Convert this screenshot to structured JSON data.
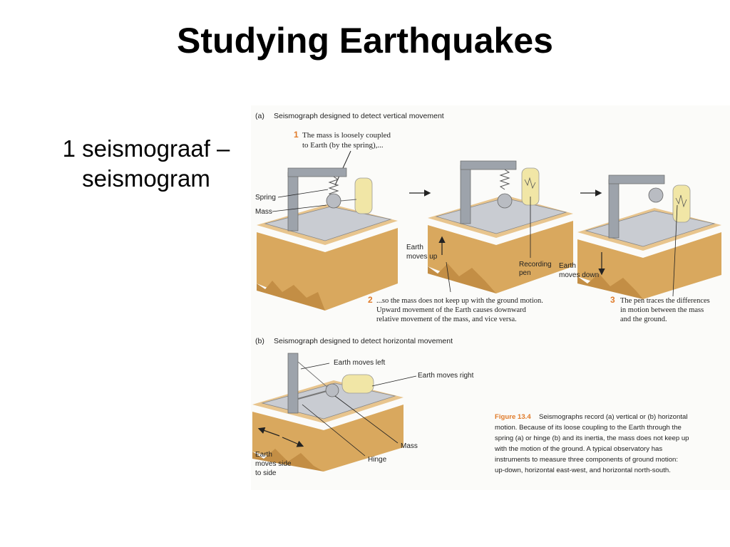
{
  "slide": {
    "title": "Studying Earthquakes",
    "bullet_line1": "1 seismograaf –",
    "bullet_line2": "seismogram"
  },
  "figure": {
    "panel_a": {
      "letter": "(a)",
      "heading": "Seismograph designed to detect vertical movement",
      "labels": {
        "spring": "Spring",
        "mass": "Mass",
        "earth_moves_up_1": "Earth",
        "earth_moves_up_2": "moves up",
        "recording_pen_1": "Recording",
        "recording_pen_2": "pen",
        "earth_moves_down_1": "Earth",
        "earth_moves_down_2": "moves down"
      },
      "steps": [
        {
          "num": "1",
          "lines": [
            "The mass is loosely coupled",
            "to Earth (by the spring),..."
          ]
        },
        {
          "num": "2",
          "lines": [
            "...so the mass does not keep up with the ground motion.",
            "Upward movement of the Earth causes downward",
            "relative movement of the mass, and vice versa."
          ]
        },
        {
          "num": "3",
          "lines": [
            "The pen traces the differences",
            "in motion between the mass",
            "and the ground."
          ]
        }
      ]
    },
    "panel_b": {
      "letter": "(b)",
      "heading": "Seismograph designed to detect horizontal movement",
      "labels": {
        "earth_moves_left": "Earth moves left",
        "earth_moves_right": "Earth moves right",
        "mass": "Mass",
        "hinge": "Hinge",
        "side_1": "Earth",
        "side_2": "moves side",
        "side_3": "to side"
      }
    },
    "caption": {
      "label": "Figure 13.4",
      "line1": "Seismographs record (a) vertical or (b) horizontal",
      "lines": [
        "motion. Because of its loose coupling to the Earth through the",
        "spring (a) or hinge (b) and its inertia, the mass does not keep up",
        "with the motion of the ground. A typical observatory has",
        "instruments to measure three components of ground motion:",
        "up-down, horizontal east-west, and horizontal north-south."
      ]
    },
    "colors": {
      "accent": "#e07b2a",
      "soil_top": "#e8c58e",
      "soil_front": "#d9a85e",
      "plate": "#c9ccd2",
      "metal": "#9da3ab",
      "drum": "#f1e6a6"
    }
  }
}
